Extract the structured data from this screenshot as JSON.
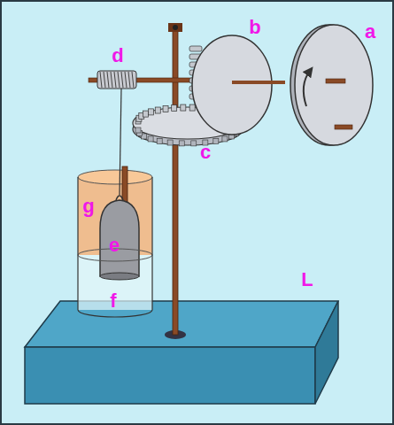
{
  "diagram": {
    "labels": [
      "a",
      "b",
      "c",
      "d",
      "e",
      "f",
      "g",
      "L"
    ]
  }
}
